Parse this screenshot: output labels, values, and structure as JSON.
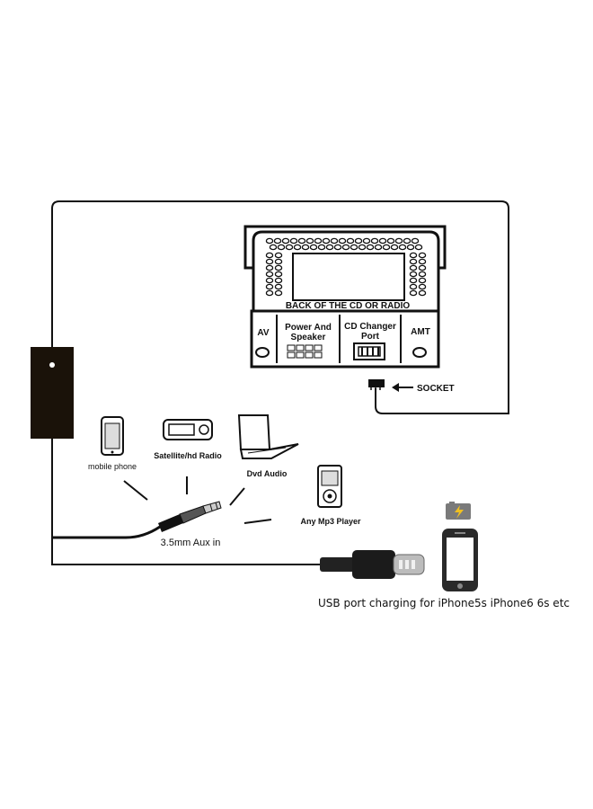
{
  "radio": {
    "title": "BACK OF THE CD OR RADIO",
    "port_av": "AV",
    "port_power_line1": "Power And",
    "port_power_line2": "Speaker",
    "port_cd_line1": "CD Changer",
    "port_cd_line2": "Port",
    "port_amt": "AMT"
  },
  "socket_label": "SOCKET",
  "devices": {
    "mobile_phone": "mobile phone",
    "satellite_radio": "Satellite/hd Radio",
    "dvd_audio": "Dvd Audio",
    "mp3_player": "Any Mp3 Player"
  },
  "aux_label": "3.5mm Aux in",
  "usb_label": "USB port charging for iPhone5s iPhone6 6s etc",
  "colors": {
    "line": "#111111",
    "module": "#1a1209",
    "battery_bolt": "#f0c020"
  }
}
